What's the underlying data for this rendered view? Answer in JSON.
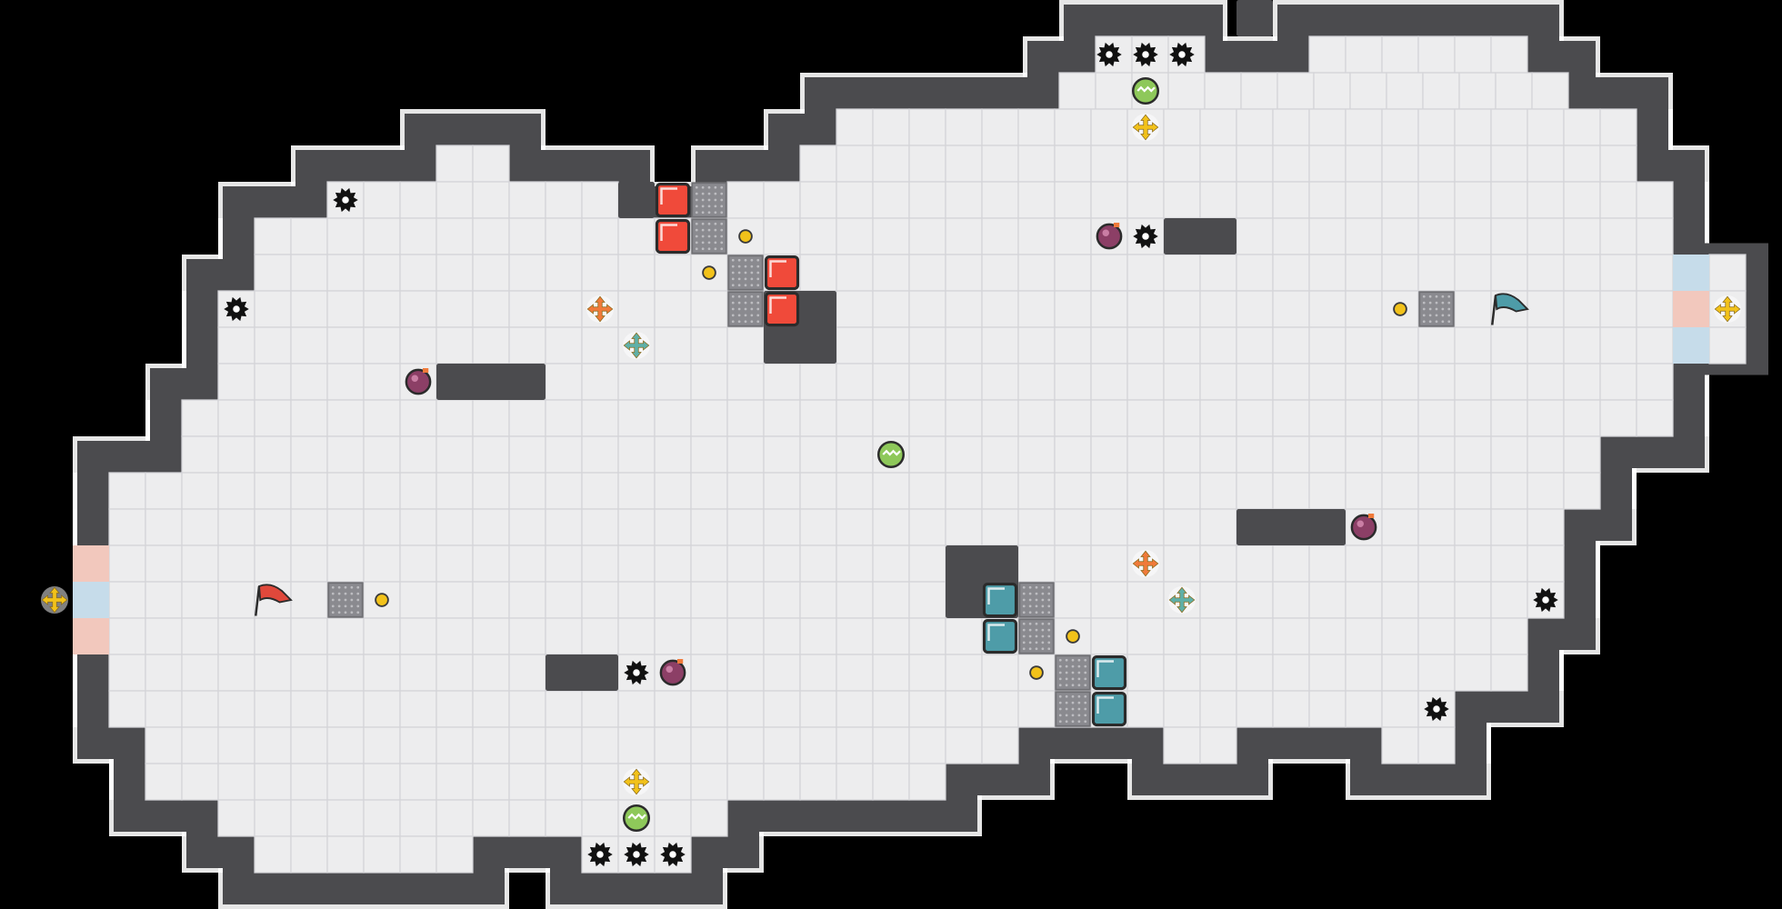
{
  "game": {
    "teams": [
      {
        "name": "red",
        "color": "#e0483b",
        "base_side": "left"
      },
      {
        "name": "blue",
        "color": "#4e9ca8",
        "base_side": "right"
      }
    ],
    "colors": {
      "floor": "#ededee",
      "wall": "#4b4b4e",
      "background": "#000000",
      "red_block": "#f04a3a",
      "teal_block": "#4e9ca8",
      "bomb": "#8c3f66",
      "grenade": "#8ec85a",
      "yellow_boost": "#f2c21a",
      "orange_boost": "#f07a3a",
      "teal_boost": "#5fb0a8"
    },
    "icons": {
      "flag": "flag-icon",
      "spike": "spike-icon",
      "bomb": "bomb-icon",
      "grenade": "grenade-icon",
      "boost": "boost-icon",
      "gate": "gate-icon",
      "toggle": "toggle-button-icon",
      "block": "block-icon",
      "grate": "grate-icon"
    }
  }
}
